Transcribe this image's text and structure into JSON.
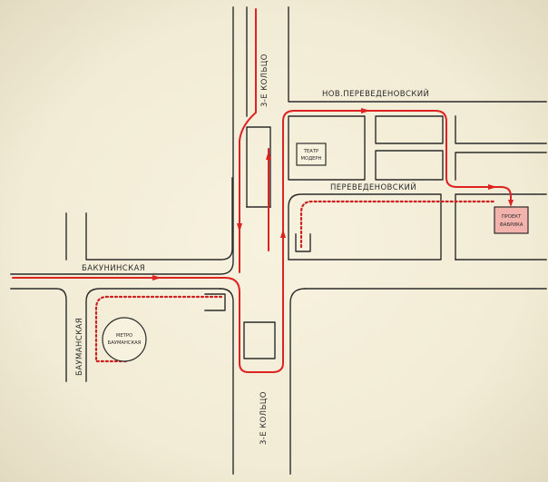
{
  "streets": {
    "kolco_top": "3-Е КОЛЬЦО",
    "kolco_bottom": "3-Е КОЛЬЦО",
    "nov_perevedenovsky": "НОВ.ПЕРЕВЕДЕНОВСКИЙ",
    "perevedenovsky": "ПЕРЕВЕДЕНОВСКИЙ",
    "bakuninskaya": "БАКУНИНСКАЯ",
    "baumanskaya": "БАУМАНСКАЯ"
  },
  "places": {
    "theatre_line1": "ТЕАТР",
    "theatre_line2": "МОДЕРН",
    "metro_line1": "МЕТРО",
    "metro_line2": "БАУМАНСКАЯ",
    "destination_line1": "ПРОЕКТ",
    "destination_line2": "ФАБРИКА"
  },
  "colors": {
    "route": "#dd2222",
    "walk": "#cc2222",
    "destination_fill": "#f3b3ad",
    "road": "#2b2b2b"
  }
}
